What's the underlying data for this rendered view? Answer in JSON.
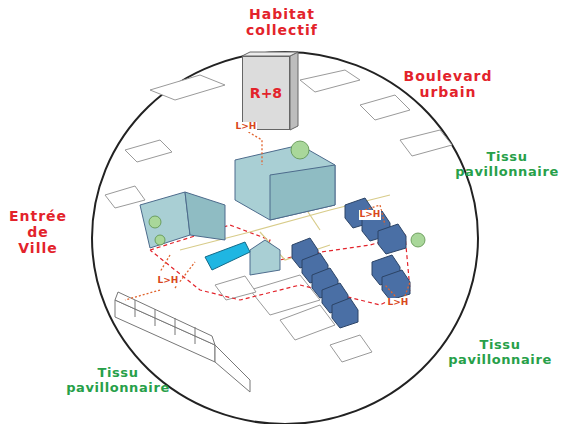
{
  "diagram": {
    "nodes": [
      {
        "text": [
          "R+8"
        ]
      }
    ],
    "labels": [
      "Habitat collectif",
      "Boulevard urbain",
      "Tissu pavillonnaire",
      "Entrée de Ville",
      "Tissu pavillonnaire",
      "Tissu pavillonnaire",
      "L>H",
      "L>H",
      "L>H",
      "L>H"
    ]
  }
}
